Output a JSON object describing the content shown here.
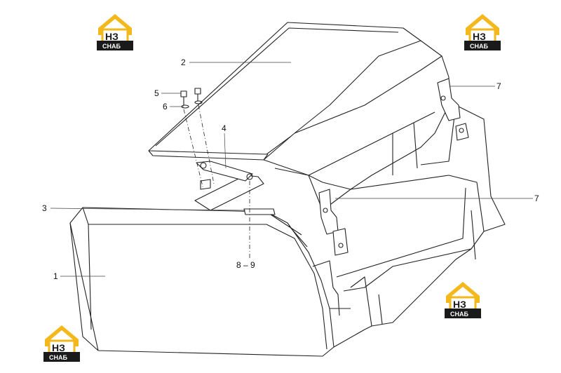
{
  "diagram": {
    "callouts": {
      "c1": "1",
      "c2": "2",
      "c3": "3",
      "c4": "4",
      "c5": "5",
      "c6": "6",
      "c7a": "7",
      "c7b": "7",
      "c89": "8 – 9"
    }
  },
  "watermark": {
    "mark": "НЗ",
    "caption": "СНАБ",
    "colors": {
      "house": "#f2b81c",
      "box": "#1a1a1a",
      "text": "#ffffff"
    }
  }
}
